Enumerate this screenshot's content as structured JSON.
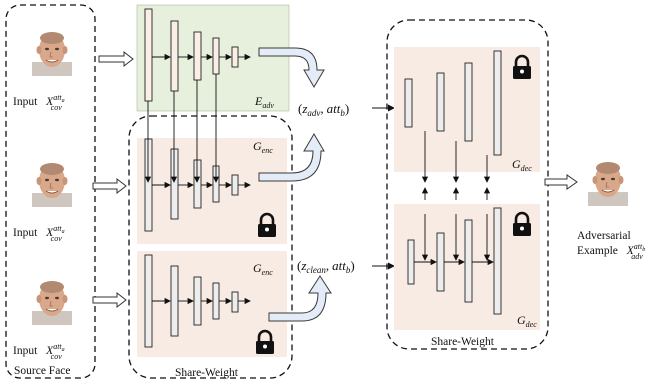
{
  "source_face": {
    "inputs": [
      {
        "prefix": "Input",
        "sym": "X",
        "sup": "att",
        "supsub": "a",
        "sub": "cov"
      },
      {
        "prefix": "Input",
        "sym": "X",
        "sup": "att",
        "supsub": "a",
        "sub": "cov"
      },
      {
        "prefix": "Input",
        "sym": "X",
        "sup": "att",
        "supsub": "a",
        "sub": "cov"
      }
    ],
    "caption": "Source Face"
  },
  "encoder_adv": {
    "sym": "E",
    "sub": "adv"
  },
  "encoder_a": {
    "sym": "G",
    "sub": "enc"
  },
  "encoder_b": {
    "sym": "G",
    "sub": "enc"
  },
  "share_weight_left": "Share-Weight",
  "latent_adv": {
    "open": "(",
    "z": "z",
    "z_sub": "adv",
    "sep": ",",
    "att": "att",
    "att_sub": "b",
    "close": ")"
  },
  "latent_clean": {
    "open": "(",
    "z": "z",
    "z_sub": "clean",
    "sep": ",",
    "att": "att",
    "att_sub": "b",
    "close": ")"
  },
  "decoder_a": {
    "sym": "G",
    "sub": "dec"
  },
  "decoder_b": {
    "sym": "G",
    "sub": "dec"
  },
  "share_weight_right": "Share-Weight",
  "output": {
    "line1": "Adversarial",
    "line2": "Example",
    "sym": "X",
    "sup": "att",
    "supsub": "b",
    "sub": "adv"
  },
  "icons": [
    "face-image",
    "lock-icon"
  ],
  "colors": {
    "adv_panel": "#e6f0dc",
    "enc_panel": "#f8ebe4",
    "dec_panel": "#f8ebe4",
    "arrow_fill": "#e4edf7",
    "arrow_stroke": "#3a3a3a",
    "layer_fill": "#ededed"
  }
}
